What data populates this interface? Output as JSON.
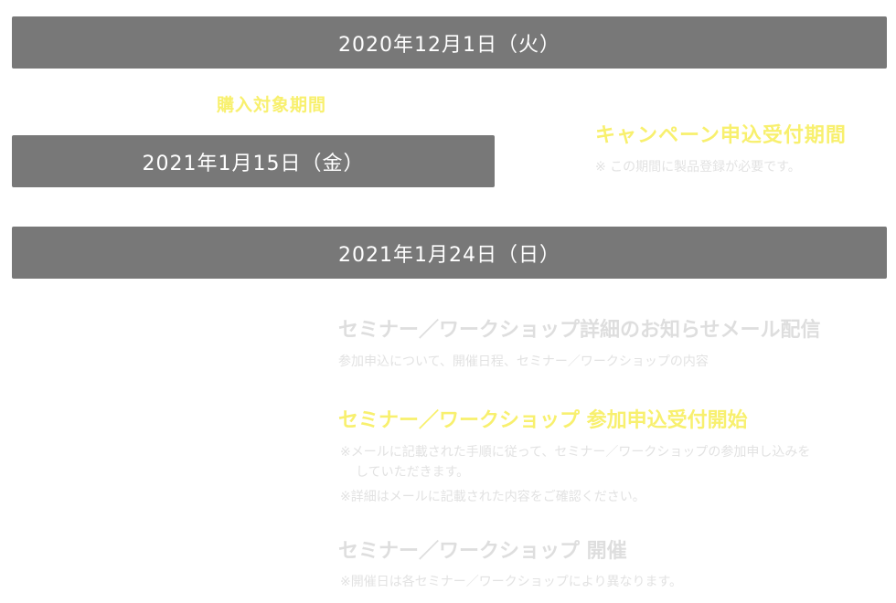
{
  "dates": {
    "start": "2020年12月1日（火）",
    "purchase_end": "2021年1月15日（金）",
    "campaign_end": "2021年1月24日（日）"
  },
  "purchase_period_label": "購入対象期間",
  "campaign": {
    "title": "キャンペーン申込受付期間",
    "note": "※ この期間に製品登録が必要です。"
  },
  "steps": [
    {
      "title": "セミナー／ワークショップ詳細のお知らせメール配信",
      "desc": "参加申込について、開催日程、セミナー／ワークショップの内容"
    },
    {
      "title": "セミナー／ワークショップ 参加申込受付開始",
      "note1_line1": "※メールに記載された手順に従って、セミナー／ワークショップの参加申し込みを",
      "note1_line2": "していただきます。",
      "note2": "※詳細はメールに記載された内容をご確認ください。"
    },
    {
      "title": "セミナー／ワークショップ 開催",
      "note": "※開催日は各セミナー／ワークショップにより異なります。"
    }
  ],
  "colors": {
    "bar": "#787878",
    "highlight": "#f8f06e",
    "muted": "#dedede"
  }
}
